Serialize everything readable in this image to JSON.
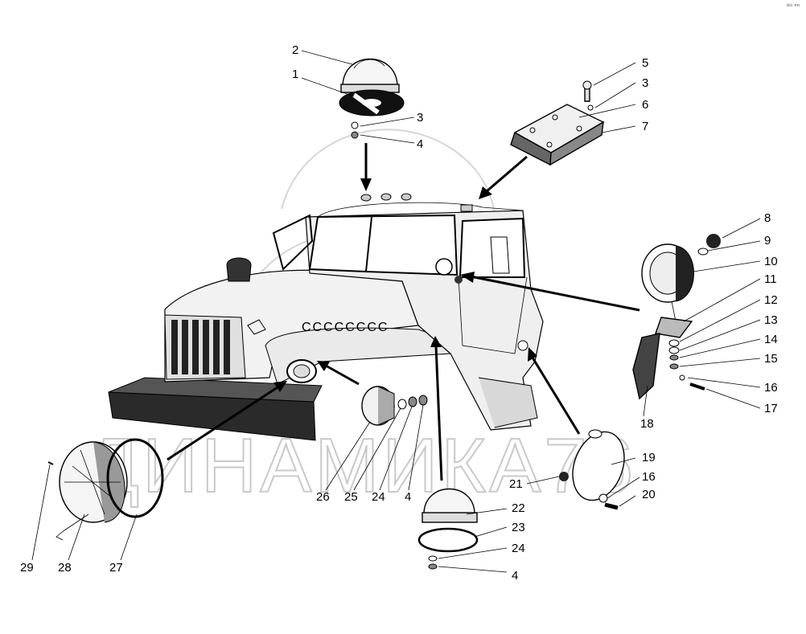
{
  "watermark": "ДИНАМИКА76",
  "corner_mark": "ᵉᵘ ⁿⁿ",
  "callouts": [
    "1",
    "2",
    "3",
    "4",
    "5",
    "6",
    "7",
    "8",
    "9",
    "10",
    "11",
    "12",
    "13",
    "14",
    "15",
    "16",
    "17",
    "18",
    "19",
    "20",
    "21",
    "22",
    "23",
    "24",
    "25",
    "26",
    "27",
    "28",
    "29"
  ],
  "truck_grille_text": "СССССССС",
  "parts": [
    "roof-marker-lamp",
    "lamp-base",
    "washer",
    "nut",
    "screw",
    "cover-plate",
    "roof-light-panel",
    "bulb-socket",
    "lamp-ring",
    "spotlight",
    "spotlight-mount",
    "side-marker-lamp",
    "headlamp",
    "headlamp-gasket",
    "fog-lamp"
  ]
}
